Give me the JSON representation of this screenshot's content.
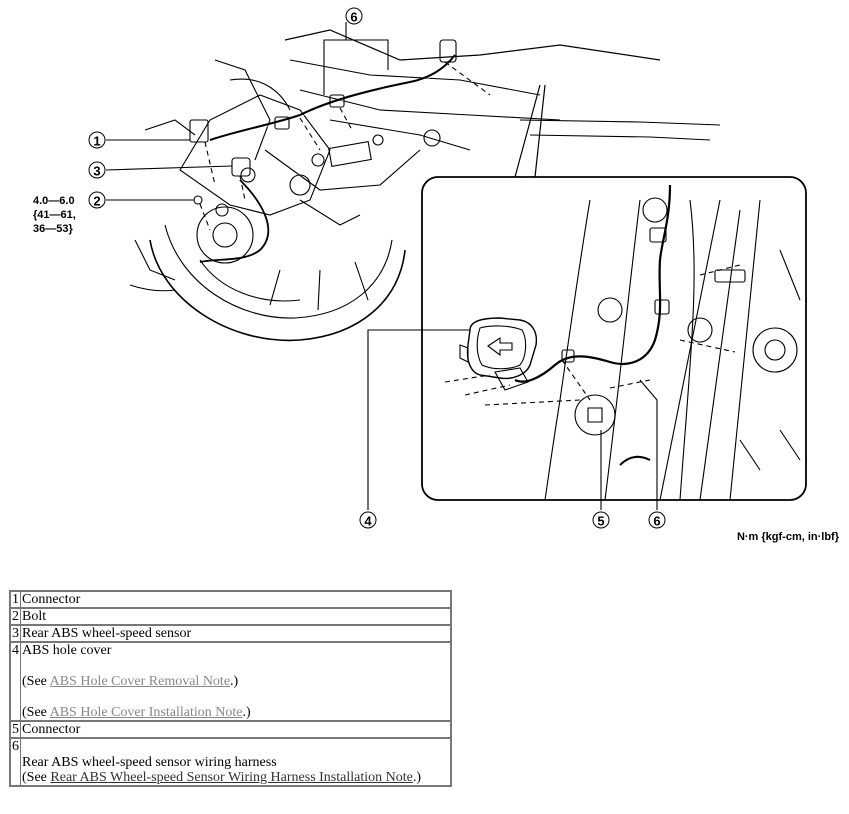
{
  "figure": {
    "callouts": [
      "1",
      "2",
      "3",
      "4",
      "5",
      "6"
    ],
    "torque_spec": [
      "4.0—6.0",
      "{41—61,",
      "36—53}"
    ],
    "units": "N·m {kgf-cm, in·lbf}"
  },
  "table": {
    "rows": [
      {
        "num": "1",
        "desc": "Connector"
      },
      {
        "num": "2",
        "desc": "Bolt"
      },
      {
        "num": "3",
        "desc": "Rear ABS wheel-speed sensor"
      },
      {
        "num": "4",
        "desc": "ABS hole cover",
        "see1_prefix": "(See ",
        "see1_link": "ABS Hole Cover Removal Note",
        "see1_suffix": ".)",
        "see2_prefix": "(See ",
        "see2_link": "ABS Hole Cover Installation Note",
        "see2_suffix": ".)"
      },
      {
        "num": "5",
        "desc": "Connector"
      },
      {
        "num": "6",
        "desc": "Rear ABS wheel-speed sensor wiring harness",
        "see_prefix": "(See ",
        "see_link": "Rear ABS Wheel-speed Sensor Wiring Harness Installation Note",
        "see_suffix": ".)"
      }
    ]
  }
}
